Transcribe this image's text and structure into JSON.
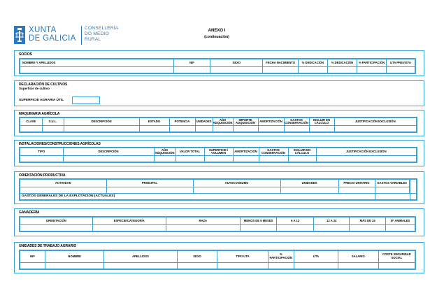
{
  "header": {
    "logo_line1": "XUNTA",
    "logo_line2": "DE GALICIA",
    "dept_line1": "CONSELLERÍA",
    "dept_line2": "DO MEDIO",
    "dept_line3": "RURAL",
    "annex_title": "ANEXO I",
    "annex_subtitle": "(continuación)",
    "brand_color": "#2b7ac0",
    "border_color": "#3aa3d8"
  },
  "socios": {
    "title": "SOCIOS",
    "columns": [
      "NOMBRE Y APELLIDOS",
      "NIF",
      "SEXO",
      "FECHA NACIMIENTO",
      "% DEDICACIÓN",
      "% DEDICACIÓN",
      "% PARTICIPACIÓN",
      "UTA PREVISTA"
    ]
  },
  "cultivos": {
    "title": "DECLARACIÓN DE CULTIVOS",
    "subtitle": "Superficie de cultivo",
    "sau_label": "SUPERFICIE AGRARIA ÚTIL",
    "sau_value": ""
  },
  "maquinaria": {
    "title": "MAQUINARIA AGRÍCOLA",
    "columns": [
      "CLAVE",
      "S.U.L.",
      "DESCRIPCIÓN",
      "ESTADO",
      "POTENCIA",
      "UNIDADES",
      "AÑO ADQUISICIÓN",
      "IMPORTE ADQUISICIÓN",
      "AMORTIZACIÓN",
      "GASTOS CONSERVACIÓN",
      "INCLUIR EN CÁLCULO",
      "JUSTIFICACIÓN EXCLUSIÓN"
    ]
  },
  "instalaciones": {
    "title": "INSTALACIONES/CONSTRUCCIONES AGRÍCOLAS",
    "columns": [
      "TIPO",
      "DESCRIPCIÓN",
      "AÑO ADQUISICIÓN",
      "VALOR TOTAL",
      "SUPERFICIE / VOLUMEN",
      "AMORTIZACIÓN",
      "GASTOS CONSERVACIÓN",
      "INCLUIR EN CÁLCULO",
      "JUSTIFICACIÓN EXCLUSIÓN"
    ]
  },
  "orientacion": {
    "title": "ORIENTACIÓN PRODUCTIVA",
    "columns": [
      "ACTIVIDAD",
      "PRINCIPAL",
      "AUTOCONSUMO",
      "UNIDADES",
      "PRECIO UNITARIO",
      "GASTOS VARIABLES"
    ],
    "footer_label": "GASTOS GENERALES DE LA EXPLOTACIÓN (ACTUALES)"
  },
  "ganaderia": {
    "title": "GANADERÍA",
    "columns": [
      "ORIENTACIÓN",
      "ESPECIE/CATEGORÍA",
      "RAZA",
      "MENOS DE 6 MESES",
      "6 A 12",
      "12 A 24",
      "MÁS DE 24",
      "Nº ANIMALES"
    ]
  },
  "unidades_trabajo": {
    "title": "UNIDADES DE TRABAJO AGRARIO",
    "columns": [
      "NIF",
      "NOMBRE",
      "APELLIDOS",
      "SEXO",
      "TIPO UTA",
      "% PARTICIPACIÓN",
      "UTA",
      "SALARIO",
      "COSTE SEGURIDAD SOCIAL"
    ]
  }
}
